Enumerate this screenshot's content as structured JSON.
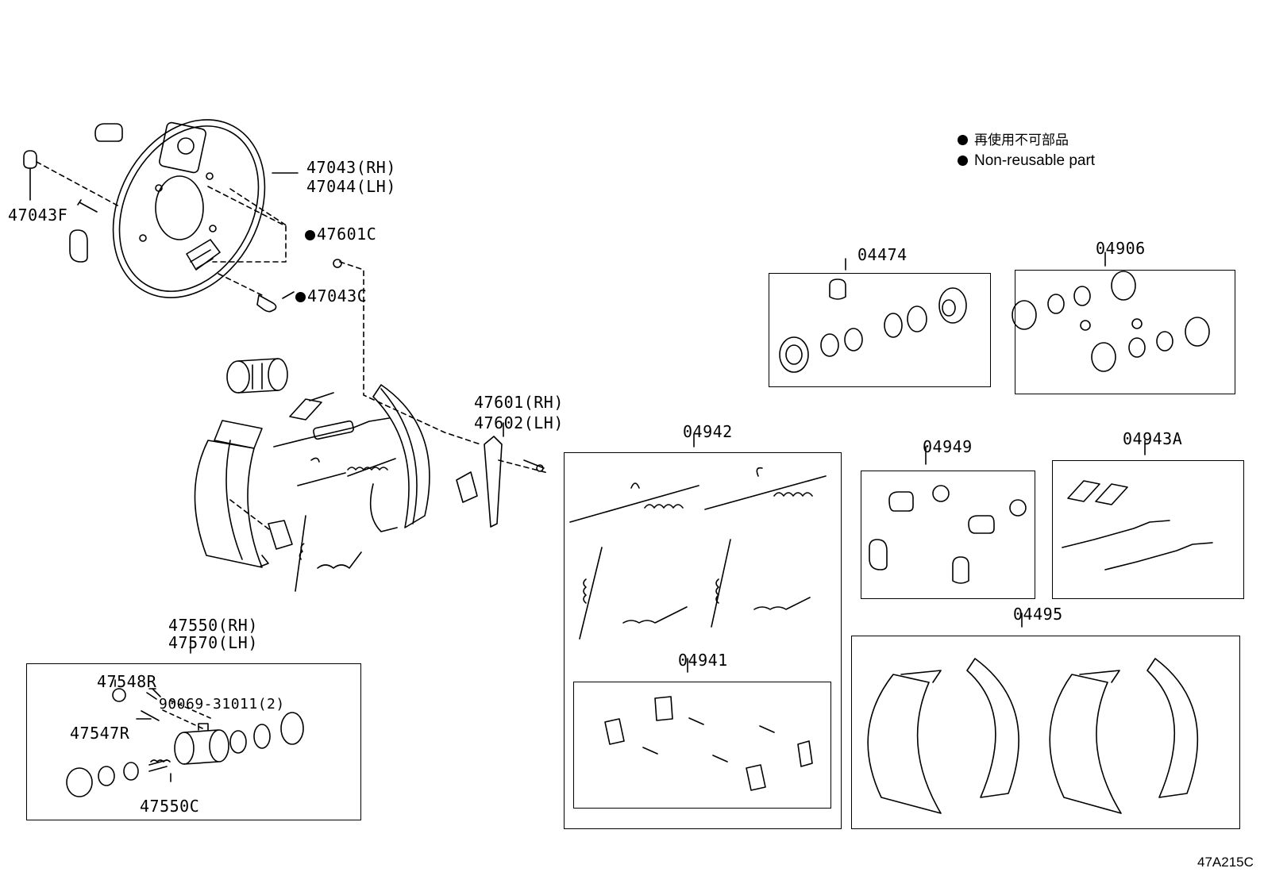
{
  "legend": {
    "line_jp": "再使用不可部品",
    "line_en": "Non-reusable part"
  },
  "labels": {
    "p47043": "47043(RH)",
    "p47044": "47044(LH)",
    "p47043F": "47043F",
    "p47601C": "47601C",
    "p47043C": "47043C",
    "p47601": "47601(RH)",
    "p47602": "47602(LH)",
    "p47550": "47550(RH)",
    "p47570": "47570(LH)",
    "p47548R": "47548R",
    "p90069": "90069-31011(2)",
    "p47547R": "47547R",
    "p47550C": "47550C",
    "k04474": "04474",
    "k04906": "04906",
    "k04942": "04942",
    "k04941": "04941",
    "k04949": "04949",
    "k04943A": "04943A",
    "k04495": "04495"
  },
  "diagram_id": "47A215C"
}
